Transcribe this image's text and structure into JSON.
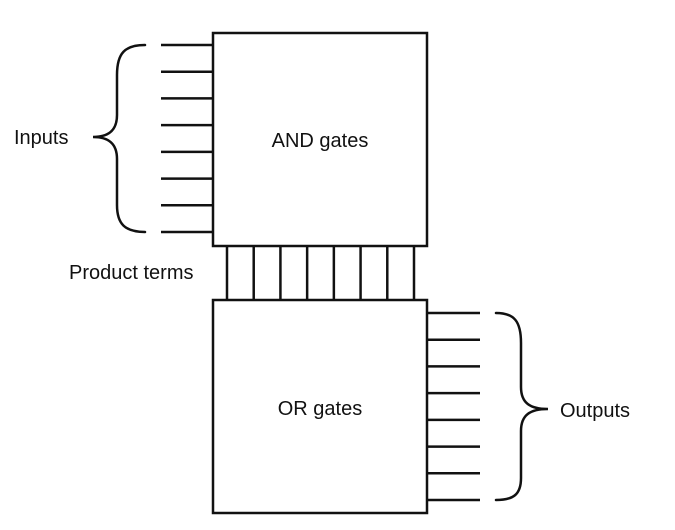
{
  "diagram": {
    "and_block": {
      "label": "AND gates"
    },
    "or_block": {
      "label": "OR gates"
    },
    "inputs": {
      "label": "Inputs",
      "count": 8
    },
    "product_terms": {
      "label": "Product terms",
      "count": 8
    },
    "outputs": {
      "label": "Outputs",
      "count": 8
    },
    "colors": {
      "stroke": "#111111",
      "background": "#ffffff"
    }
  }
}
